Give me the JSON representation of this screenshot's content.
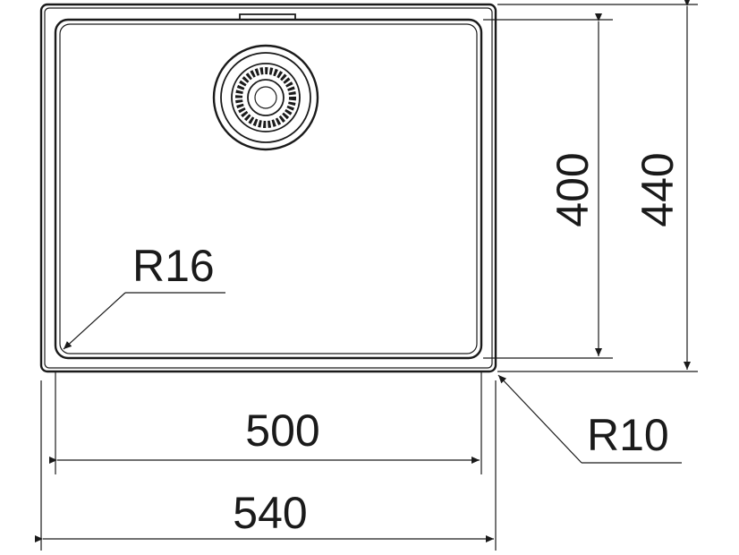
{
  "drawing": {
    "inner_width_label": "500",
    "outer_width_label": "540",
    "inner_depth_label": "400",
    "outer_depth_label": "440",
    "inner_radius_label": "R16",
    "outer_radius_label": "R10"
  },
  "colors": {
    "ink": "#1a1a1a",
    "background": "#ffffff"
  },
  "icons": {
    "drain": "strainer-waste-icon"
  }
}
